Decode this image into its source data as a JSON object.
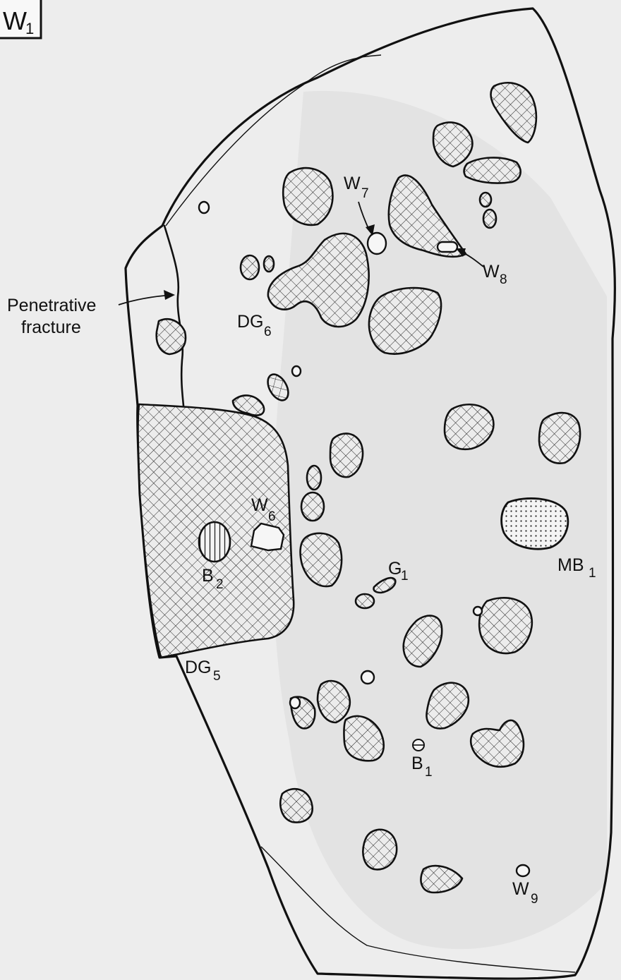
{
  "figure_id": "W",
  "figure_id_sub": "1",
  "labels": {
    "penetrative_line1": "Penetrative",
    "penetrative_line2": "fracture",
    "dg6": {
      "main": "DG",
      "sub": "6"
    },
    "w7": {
      "main": "W",
      "sub": "7"
    },
    "w8": {
      "main": "W",
      "sub": "8"
    },
    "w6": {
      "main": "W",
      "sub": "6"
    },
    "b2": {
      "main": "B",
      "sub": "2"
    },
    "dg5": {
      "main": "DG",
      "sub": "5"
    },
    "g1": {
      "main": "G",
      "sub": "1"
    },
    "mb1": {
      "main": "MB",
      "sub": "1"
    },
    "b1": {
      "main": "B",
      "sub": "1"
    },
    "w9": {
      "main": "W",
      "sub": "9"
    }
  },
  "colors": {
    "background": "#ededed",
    "shading": "#e0e0e0",
    "ink": "#111111"
  }
}
